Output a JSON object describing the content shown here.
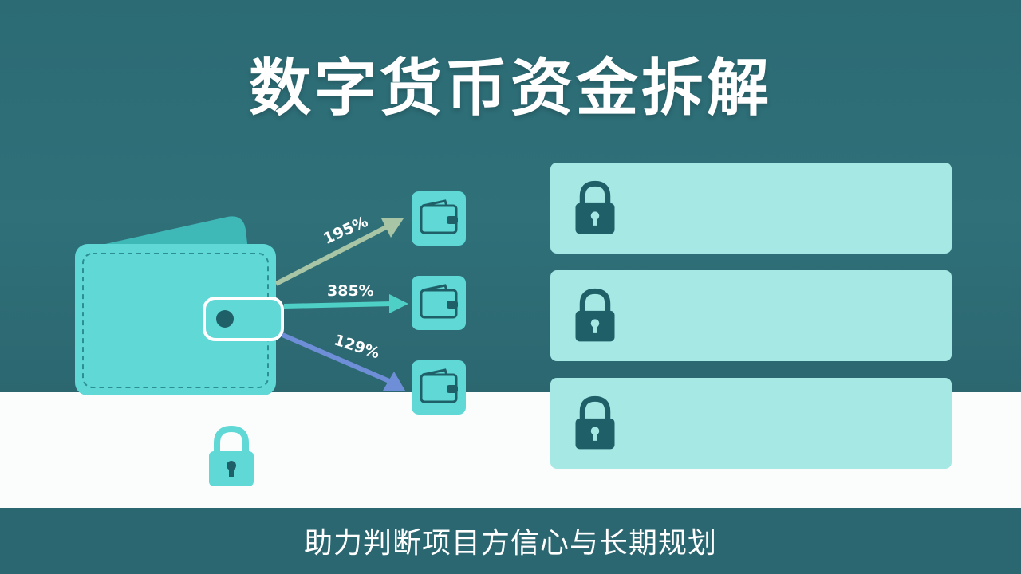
{
  "title": "数字货币资金拆解",
  "subtitle": "助力判断项目方信心与长期规划",
  "flows": [
    {
      "label": "195%",
      "arrow_color": "#a8c5a6"
    },
    {
      "label": "385%",
      "arrow_color": "#4fd0c6"
    },
    {
      "label": "129%",
      "arrow_color": "#6f8ed8"
    }
  ],
  "colors": {
    "background": "#2f6f78",
    "wallet": "#5fd8d6",
    "panel": "#a6e8e4",
    "lock_dark": "#1f5f68",
    "lock_light": "#5fd8d6"
  },
  "icons": [
    "wallet-icon",
    "lock-icon",
    "arrow-icon"
  ]
}
